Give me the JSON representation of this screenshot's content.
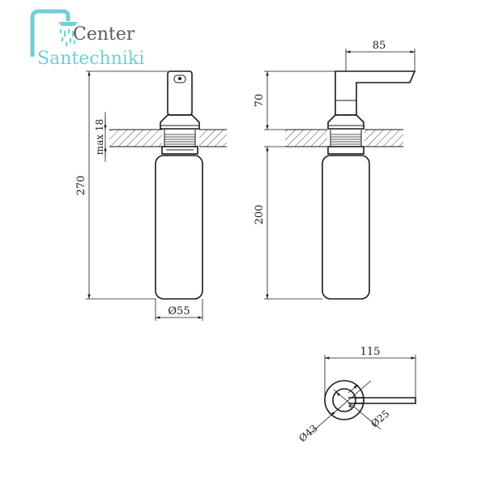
{
  "logo": {
    "line1": "Center",
    "line2": "Santechniki",
    "color_primary": "#6fcfd6",
    "color_text": "#5a5a5a"
  },
  "dimensions": {
    "front": {
      "total_height": "270",
      "max_thickness": "max 18",
      "bottle_diameter": "Ø55"
    },
    "side": {
      "spout_reach": "85",
      "top_height": "70",
      "bottle_height": "200"
    },
    "top": {
      "total_length": "115",
      "outer_diameter": "Ø43",
      "inner_diameter": "Ø25"
    }
  }
}
